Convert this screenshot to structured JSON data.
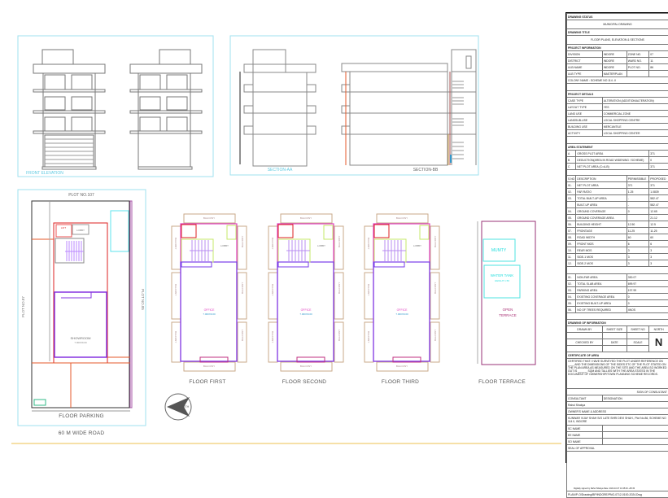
{
  "drawings": {
    "front_elevation_label": "FRONT ELEVATION",
    "section_aa_label": "SECTION-AA",
    "section_bb_label": "SECTION-BB",
    "parking": {
      "plot_top": "PLOT NO.107",
      "plot_left": "PLOT NO.87",
      "plot_right": "PLOT NO.85",
      "lift": "LIFT",
      "lobby": "LOBBY",
      "showroom": "SHOWROOM",
      "showroom_dim": "7.000X9.00",
      "title": "FLOOR PARKING",
      "road": "60 M WIDE ROAD"
    },
    "floor_plan": {
      "balcony": "BALCONY",
      "lobby": "LOBBY",
      "office": "OFFICE",
      "office_dim": "7.000X9.00"
    },
    "floor_titles": [
      "FLOOR FIRST",
      "FLOOR SECOND",
      "FLOOR THIRD"
    ],
    "terrace": {
      "mumty": "MUMTY",
      "water_tank": "WATER TANK",
      "water_tank_sub": "HEIGHT 1.50",
      "open_terrace_1": "OPEN",
      "open_terrace_2": "TERRACE",
      "title": "FLOOR TERRACE"
    },
    "north_label": "NORTH"
  },
  "title_block": {
    "drawing_status_label": "DRAWING STATUS",
    "drawing_status": "MUNICIPAL DRAWING",
    "drawing_title_label": "DRAWING TITLE",
    "drawing_title": "FLOOR PLANS, ELEVATION & SECTIONS",
    "project_info_label": "PROJECT INFORMATION",
    "project_info": [
      [
        "DIVISION",
        "INDORE",
        "ZONE NO.",
        "07"
      ],
      [
        "DISTRICT",
        "INDORE",
        "WARD NO.",
        "11"
      ],
      [
        "ULB NAME",
        "INDORE",
        "PLOT NO.",
        "86"
      ],
      [
        "ULB TYPE",
        "MASTERPLAN",
        "",
        ""
      ]
    ],
    "colony": "COLONY NAME : SCHEME NO 114 -II",
    "project_details_label": "PROJECT DETAILS",
    "project_details": [
      [
        "CASE TYPE",
        "ALTERATION (ADDITION/ALTERATION)"
      ],
      [
        "LAYOUT TYPE",
        "YES"
      ],
      [
        "LAND USE",
        "COMMERCIAL ZONE"
      ],
      [
        "LANDSUB-USE",
        "LOCAL SHOPPING CENTRE"
      ],
      [
        "BUILDING USE",
        "MERCANTILE"
      ],
      [
        "ACTIVITY",
        "LOCAL SHOPPING CENTER"
      ]
    ],
    "area_statement_label": "AREA STATEMENT",
    "area_statement": [
      [
        "A",
        "GROSS PLOT AREA",
        "371"
      ],
      [
        "B",
        "DEDUCTION(AREA IN ROAD WIDENING / SCHEME)",
        "0"
      ],
      [
        "C",
        "NET PLOT AREA (C=A-B)",
        "371"
      ]
    ],
    "far_header": [
      "S.NO",
      "DESCRIPTION",
      "PERMISSIBLE",
      "PROPOSED"
    ],
    "far_rows": [
      [
        "01.",
        "NET PLOT AREA",
        "371",
        "371"
      ],
      [
        "02.",
        "FAR RATIO",
        "1.25",
        "1.0839"
      ],
      [
        "03.",
        "TOTAL BUILT-UP AREA",
        "-",
        "582.47"
      ],
      [
        "",
        "BUILT-UP AREA",
        "-",
        "582.47"
      ],
      [
        "04.",
        "GROUND COVERAGE",
        "0",
        "12.65"
      ],
      [
        "05.",
        "GROUND COVERAGE AREA",
        "",
        "21.12"
      ],
      [
        "06.",
        "BUILDING HEIGHT",
        "12.50",
        "12.5"
      ],
      [
        "07.",
        "FRONTAGE",
        "11.25",
        "11.25"
      ],
      [
        "08.",
        "ROAD WIDTH",
        "60",
        "60"
      ],
      [
        "09.",
        "FRONT MOS",
        "6",
        "6"
      ],
      [
        "10.",
        "REAR MOS",
        "3",
        "3"
      ],
      [
        "11.",
        "SIDE-1 MOS",
        "3",
        "3"
      ],
      [
        "12.",
        "SIDE-2 MOS",
        "3",
        "3"
      ]
    ],
    "other_rows": [
      [
        "01.",
        "NON-FAR AREA",
        "330.07"
      ],
      [
        "02.",
        "TOTAL SLAB AREA",
        "699.97"
      ],
      [
        "03.",
        "PARKING AREA",
        "197.99"
      ],
      [
        "04.",
        "EXISTING COVERAGE AREA",
        "0"
      ],
      [
        "05.",
        "EXISTING BUILT-UP AREA",
        "0"
      ],
      [
        "06.",
        "NO OF TREES REQUIRED",
        "4NOS"
      ]
    ],
    "drawing_info_label": "DRAWING OF INFORMATION",
    "drawing_info_row1": [
      "DRAWN BY",
      "SHEET SIZE",
      "SHEET NO",
      "NORTH"
    ],
    "drawing_info_row2": [
      "CHECKED BY",
      "DATE",
      "SCALE"
    ],
    "north_letter": "N",
    "certificate_label": "CERTIFICATE OF AREA",
    "certificate_text": "CERTIFIED THAT I HAVE SURVEYED THE PLOT UNDER REFERENCE ON ____ AND THE DIMENSIONS OF THE SIDES ETC OF THE PLOT STATED ON THE PLAN AREA AS MEASURED ON THE SITE AND THE AREA SO WORKED OUT IS ______ SQM AND TALLIES WITH THE AREA STATED IN THE DOCUMENT OF OWNERSHIP/TOWN PLANNING SCHEME RECORDS.",
    "sign_consultant": "SIGN OF CONSULTANT",
    "consultant_label": "CONSULTANT",
    "designation_label": "DESIGNATION",
    "consultant_name": "Rahul Shakya",
    "owner_label": "OWNER'S NAME & ADDRESS",
    "owner_text": "KUNWAR VIJAY SHAH S/O LATE SHRI DEVI SHAH., Plot No.86, SCHEME NO 114 II, INDORE",
    "sc_name": "SC NAME",
    "ee_name": "EE NAME",
    "so_name": "SO NAME",
    "seal": "SEAL OF APPROVAL",
    "digital_sign": "Digitally signed by Rahul Shakya Date: 2024.10.07 10:45:46 +05:30",
    "file_name": "PLAN/P-O/Drawing/BP/INDORE/PNO-0712-0100-2024.Dwg"
  }
}
